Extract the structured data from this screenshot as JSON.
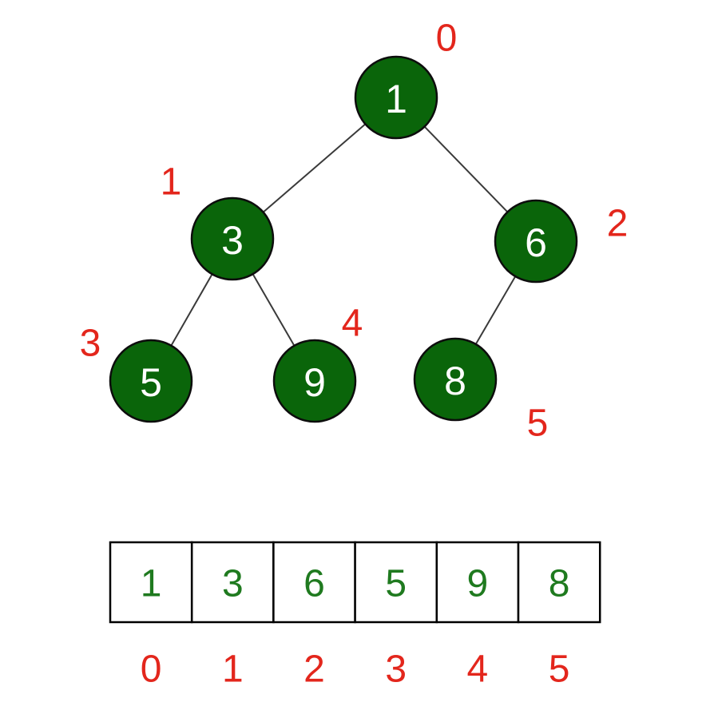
{
  "colors": {
    "node_fill": "#0a650a",
    "node_text": "#ffffff",
    "index_text": "#e3261c",
    "cell_text": "#1f7a1f",
    "edge": "#3a3a3a"
  },
  "tree": {
    "nodes": [
      {
        "value": "1",
        "index": "0"
      },
      {
        "value": "3",
        "index": "1"
      },
      {
        "value": "6",
        "index": "2"
      },
      {
        "value": "5",
        "index": "3"
      },
      {
        "value": "9",
        "index": "4"
      },
      {
        "value": "8",
        "index": "5"
      }
    ],
    "edges": [
      [
        0,
        1
      ],
      [
        0,
        2
      ],
      [
        1,
        3
      ],
      [
        1,
        4
      ],
      [
        2,
        5
      ]
    ]
  },
  "array": {
    "values": [
      "1",
      "3",
      "6",
      "5",
      "9",
      "8"
    ],
    "indices": [
      "0",
      "1",
      "2",
      "3",
      "4",
      "5"
    ]
  }
}
